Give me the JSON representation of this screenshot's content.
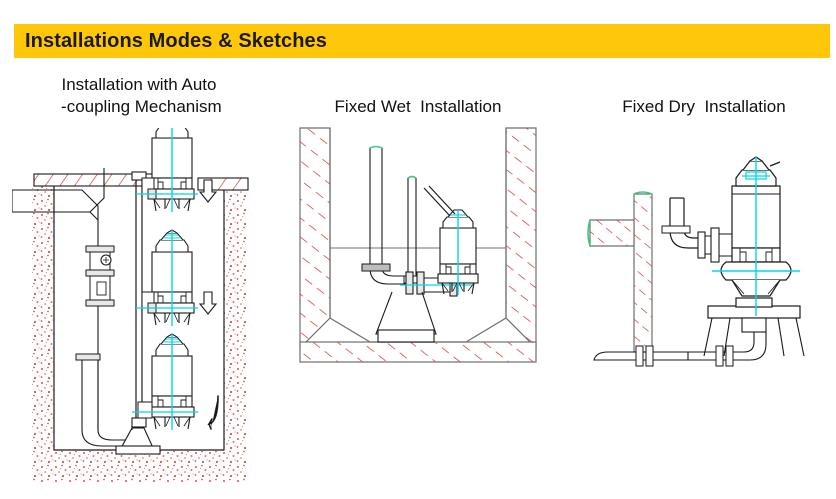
{
  "banner": {
    "title": "Installations Modes & Sketches",
    "background": "#FFC709",
    "text_color": "#1a1a1a"
  },
  "panels": [
    {
      "id": "auto-coupling",
      "heading_line1": "Installation with Auto",
      "heading_line2": " -coupling Mechanism",
      "heading": "Installation with Auto\n -coupling Mechanism"
    },
    {
      "id": "fixed-wet",
      "heading": "Fixed Wet  Installation"
    },
    {
      "id": "fixed-dry",
      "heading": "Fixed Dry  Installation"
    }
  ],
  "colors": {
    "accent_yellow": "#FFC709",
    "line_black": "#1a1a1a",
    "line_gray": "#6f6f6f",
    "hatch_red": "#d83a3a",
    "speckle_red": "#e05555",
    "centerline_cyan": "#00d8e8",
    "highlight_green": "#36d17a",
    "page_white": "#ffffff"
  },
  "drawing_elements": {
    "pump": "submersible-pump",
    "guide_rail": "guide-rail",
    "discharge_pipe": "discharge-pipe",
    "valve": "check-valve",
    "elbow": "pipe-elbow",
    "flange": "pipe-flange",
    "pedestal": "pump-pedestal",
    "concrete_wall": "concrete-wall-hatch",
    "water_line": "water-level-line",
    "down_arrow": "lowering-direction-arrow",
    "hook_arrow": "coupling-engage-arrow",
    "top_slab": "concrete-top-slab",
    "sump_floor": "sump-floor",
    "lifting_chain": "lifting-chain"
  }
}
